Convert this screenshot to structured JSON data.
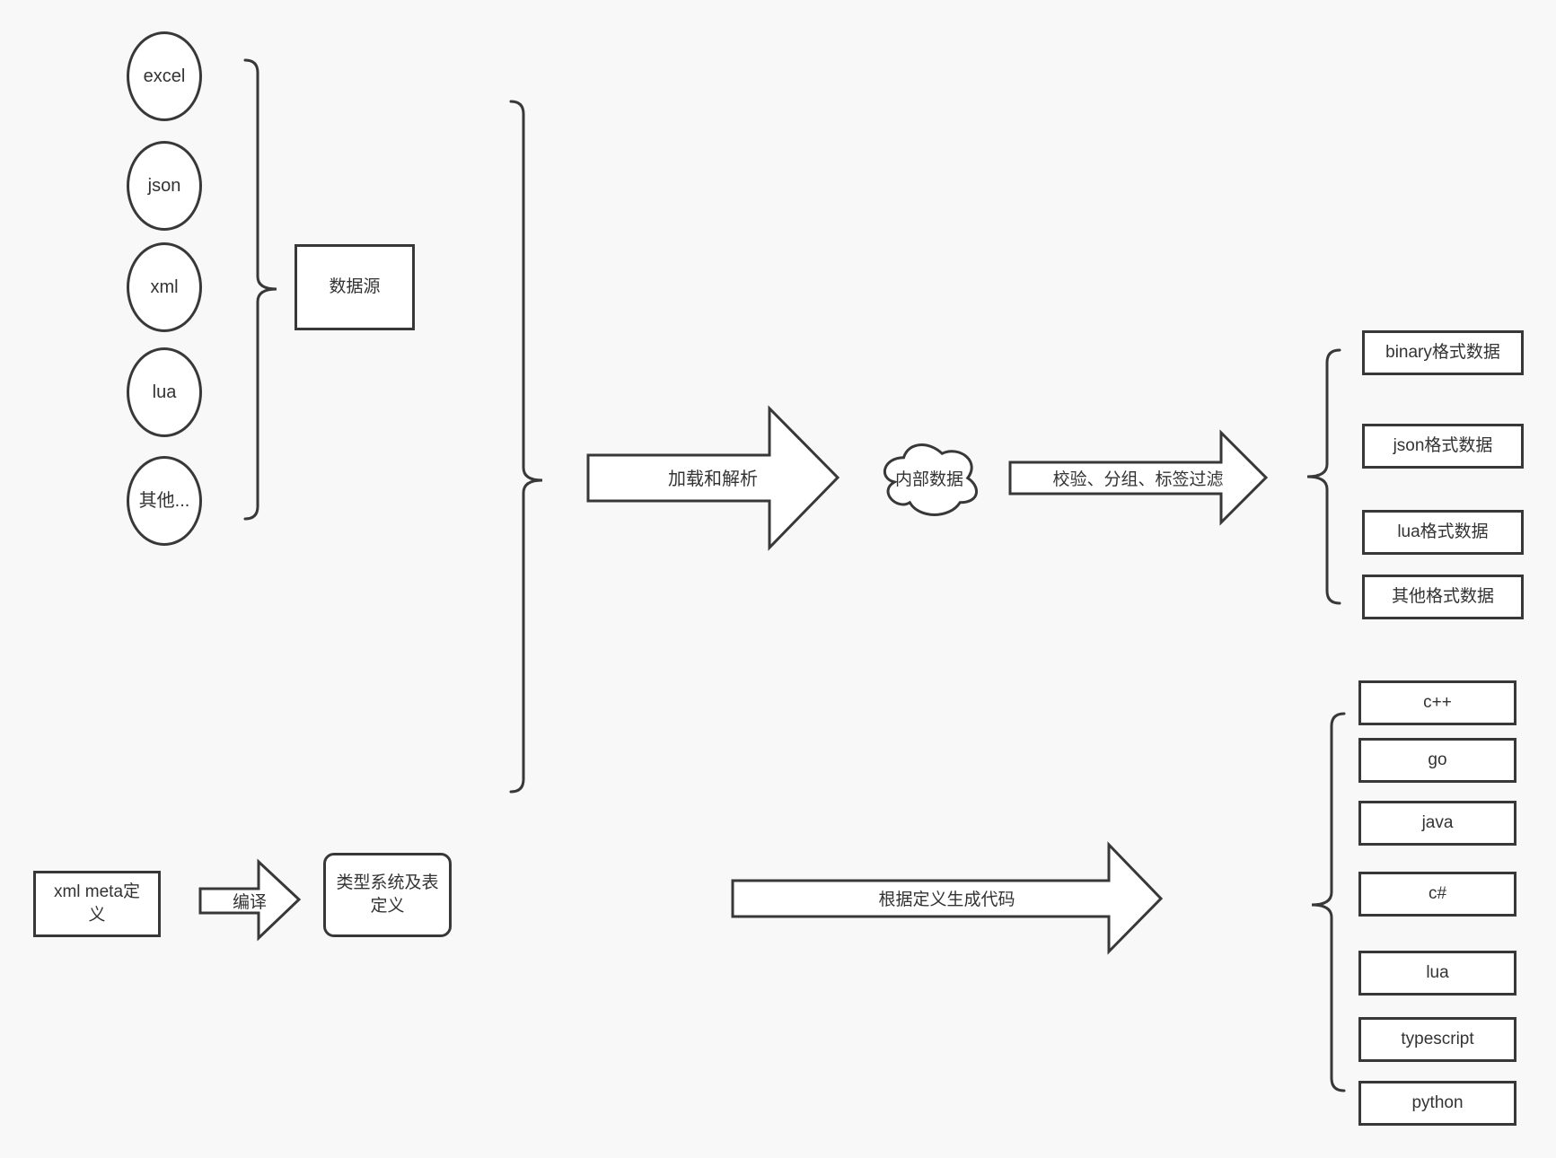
{
  "sources": {
    "items": [
      "excel",
      "json",
      "xml",
      "lua",
      "其他..."
    ],
    "group_label": "数据源"
  },
  "definitions": {
    "xml_meta_label": "xml meta定义",
    "compile_arrow_label": "编译",
    "type_system_label": "类型系统及表定义"
  },
  "process": {
    "load_parse_arrow_label": "加载和解析",
    "internal_data_label": "内部数据",
    "validate_filter_arrow_label": "校验、分组、标签过滤",
    "generate_code_arrow_label": "根据定义生成代码"
  },
  "outputs": {
    "formats": [
      "binary格式数据",
      "json格式数据",
      "lua格式数据",
      "其他格式数据"
    ],
    "languages": [
      "c++",
      "go",
      "java",
      "c#",
      "lua",
      "typescript",
      "python"
    ]
  },
  "colors": {
    "background": "#f8f8f8",
    "stroke": "#383838",
    "shape_fill": "#ffffff",
    "text": "#333333"
  }
}
